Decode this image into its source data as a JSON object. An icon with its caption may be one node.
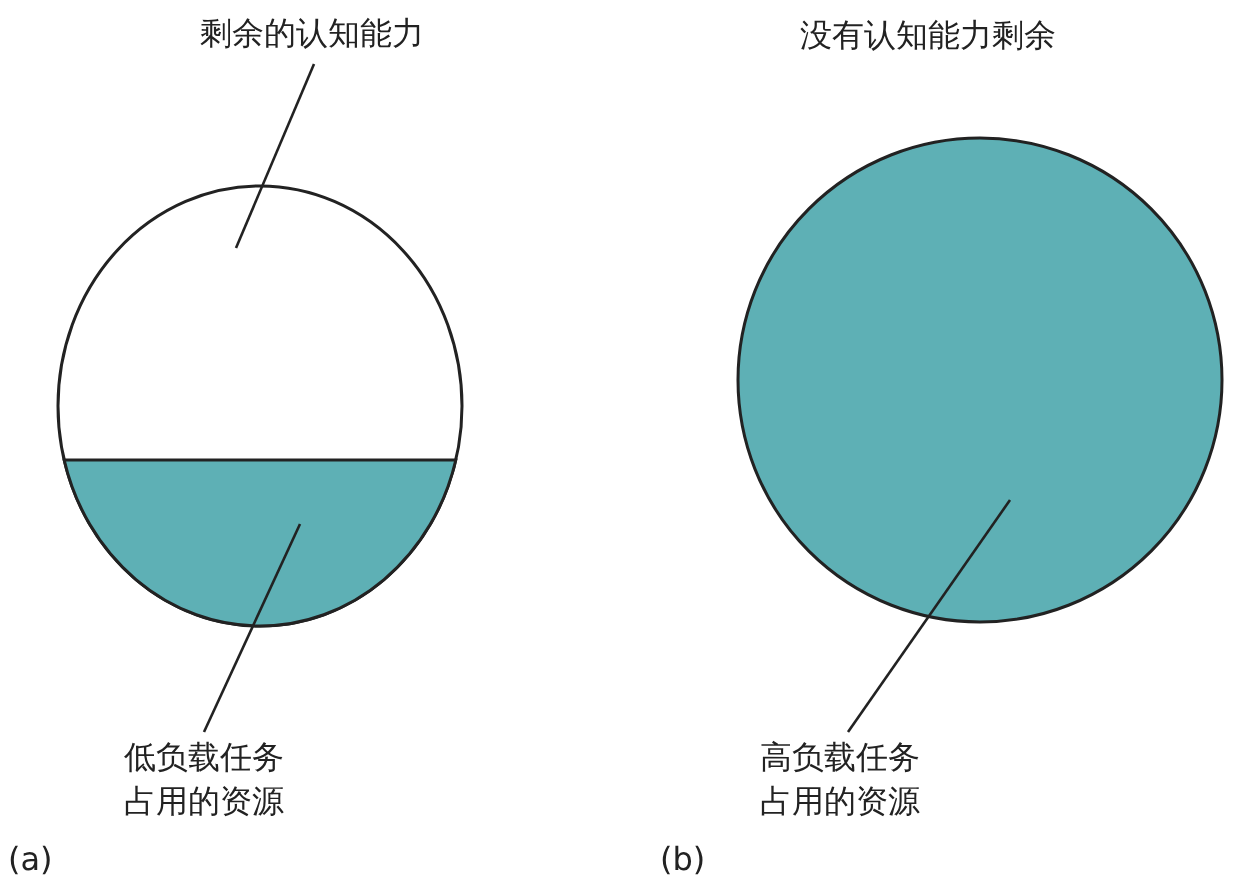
{
  "diagram": {
    "nodes": [
      {
        "text": [
          "剩余的认知能力"
        ]
      },
      {
        "text": [],
        "shape": "circle"
      },
      {
        "text": [],
        "shape": "segment",
        "in": 1
      },
      {
        "text": [
          "低负载任务占用的资源"
        ]
      },
      {
        "text": [],
        "shape": "circle"
      },
      {
        "text": [
          "高负载任务占用的资源"
        ]
      }
    ],
    "edges": [
      {
        "from": 0,
        "to": 1,
        "arrow": "none"
      },
      {
        "from": 3,
        "to": 2,
        "arrow": "none"
      },
      {
        "from": 5,
        "to": 4,
        "arrow": "none"
      }
    ],
    "labels": [
      "没有认知能力剩余",
      "(a)",
      "(b)"
    ]
  }
}
